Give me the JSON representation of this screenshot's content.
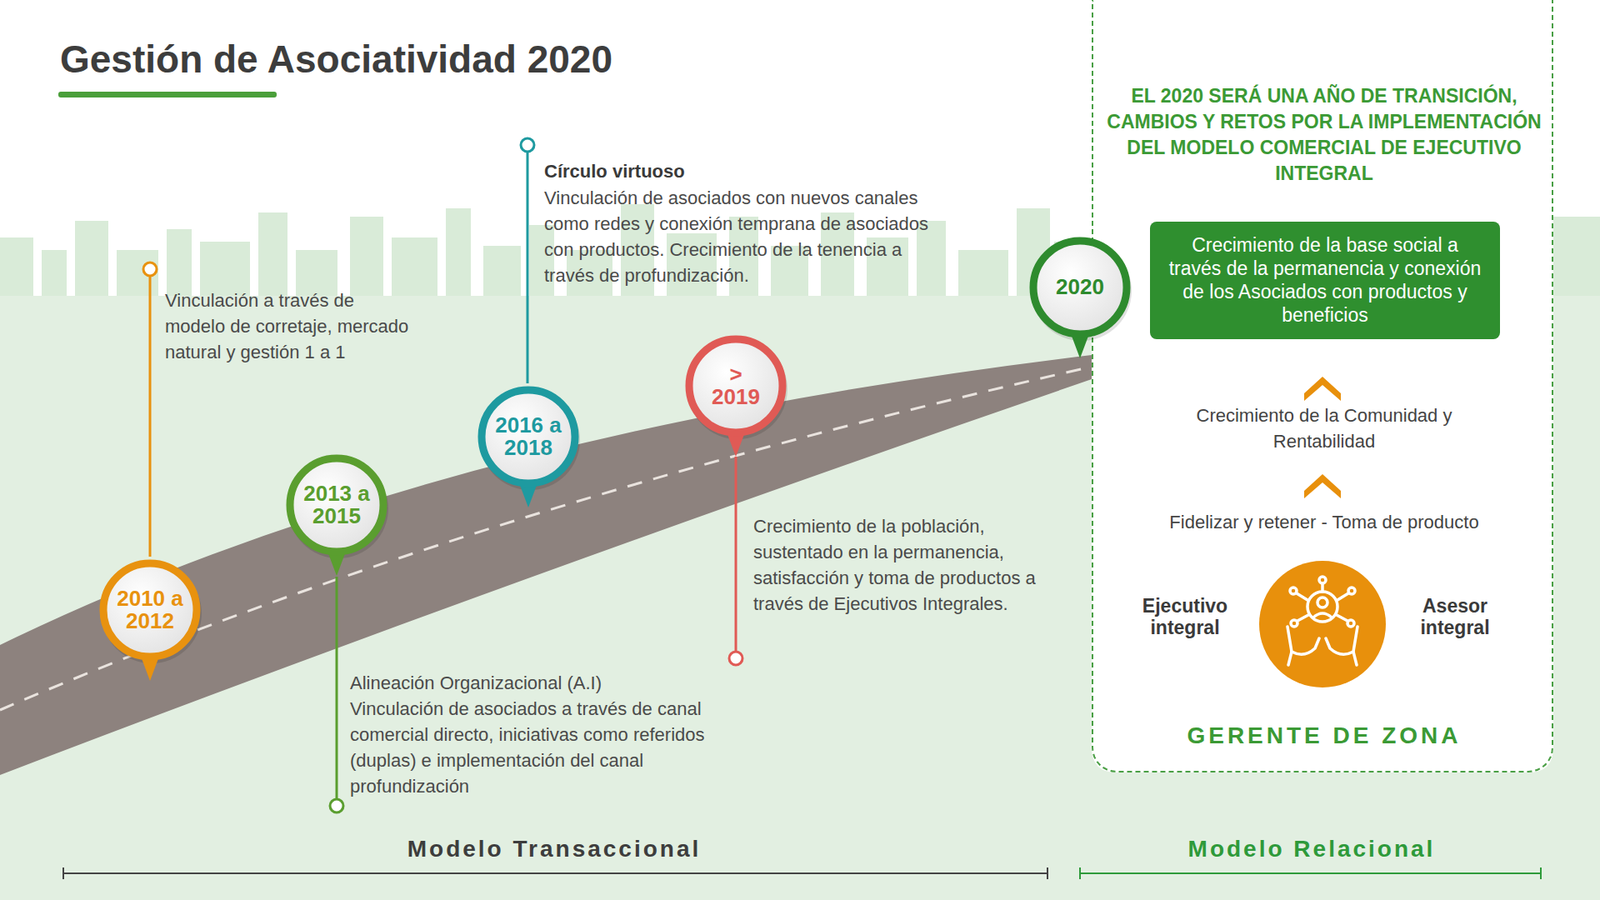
{
  "diagram": {
    "title": "Gestión de Asociatividad 2020",
    "nodes": [
      {
        "text": [
          "2010 a 2012"
        ]
      },
      {
        "text": [
          "2013 a 2015"
        ]
      },
      {
        "text": [
          "2016 a 2018"
        ]
      },
      {
        "text": [
          "> 2019"
        ]
      },
      {
        "text": [
          "2020"
        ]
      },
      {
        "text": [
          "EL 2020 SERÁ UNA AÑO DE TRANSICIÓN, CAMBIOS Y RETOS POR LA IMPLEMENTACIÓN DEL MODELO COMERCIAL DE EJECUTIVO INTEGRAL",
          "Crecimiento de la Comunidad y Rentabilidad",
          "Fidelizar y retener - Toma de producto",
          "Ejecutivo integral",
          "Asesor integral",
          "GERENTE DE ZONA"
        ]
      },
      {
        "text": [
          "Crecimiento de la base social a través de la permanencia y conexión de los Asociados con productos y beneficios"
        ],
        "in": 5
      }
    ],
    "labels": [
      "Vinculación a través de modelo de corretaje, mercado natural y gestión 1 a 1",
      "Alineación Organizacional (A.I)",
      "Vinculación de asociados a través de canal comercial directo, iniciativas como referidos (duplas) e implementación del canal profundización",
      "Círculo virtuoso",
      "Vinculación de asociados con nuevos canales como redes y conexión temprana de asociados con productos. Crecimiento de la tenencia a través de profundización.",
      "Crecimiento de la población, sustentado en la permanencia, satisfacción y toma de productos a través de Ejecutivos Integrales.",
      "Modelo Transaccional",
      "Modelo Relacional"
    ]
  }
}
